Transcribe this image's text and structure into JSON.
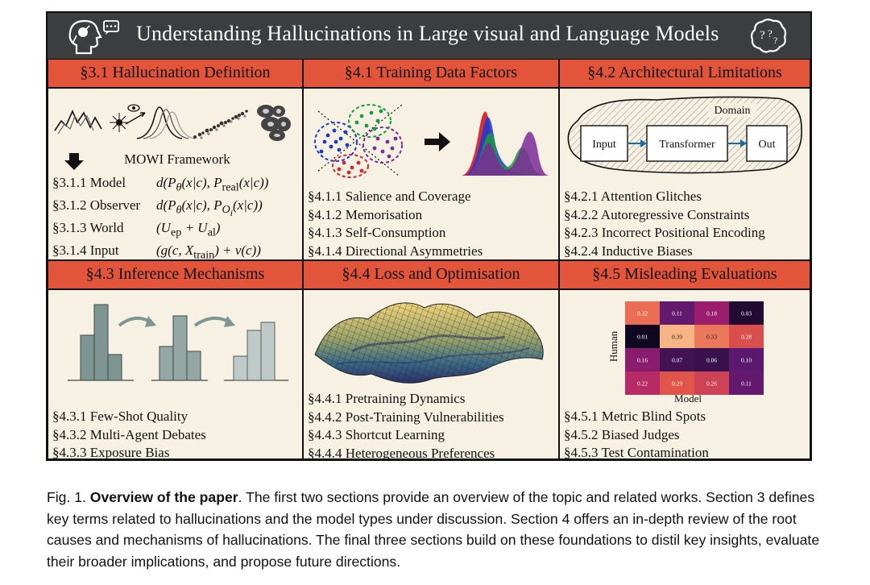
{
  "banner": {
    "title": "Understanding Hallucinations in Large visual and Language Models"
  },
  "sections": {
    "s31": {
      "title": "§3.1 Hallucination Definition",
      "framework": "MOWI Framework",
      "rows": [
        {
          "label": "§3.1.1 Model",
          "formula": "d(Pθ(x|c), Preal(x|c))"
        },
        {
          "label": "§3.1.2 Observer",
          "formula": "d(Pθ(x|c), POi(x|c))"
        },
        {
          "label": "§3.1.3 World",
          "formula": "(Uep + Ual)"
        },
        {
          "label": "§3.1.4 Input",
          "formula": "(g(c, Xtrain) + ν(c))"
        }
      ]
    },
    "s41": {
      "title": "§4.1 Training Data Factors",
      "items": [
        "§4.1.1 Salience and Coverage",
        "§4.1.2 Memorisation",
        "§4.1.3 Self-Consumption",
        "§4.1.4 Directional Asymmetries"
      ]
    },
    "s42": {
      "title": "§4.2 Architectural Limitations",
      "domain_label": "Domain",
      "boxes": [
        "Input",
        "Transformer",
        "Out"
      ],
      "items": [
        "§4.2.1 Attention Glitches",
        "§4.2.2 Autoregressive Constraints",
        "§4.2.3 Incorrect Positional Encoding",
        "§4.2.4 Inductive Biases"
      ]
    },
    "s43": {
      "title": "§4.3 Inference Mechanisms",
      "items": [
        "§4.3.1 Few-Shot Quality",
        "§4.3.2 Multi-Agent Debates",
        "§4.3.3 Exposure Bias"
      ]
    },
    "s44": {
      "title": "§4.4 Loss and Optimisation",
      "items": [
        "§4.4.1 Pretraining Dynamics",
        "§4.4.2 Post-Training Vulnerabilities",
        "§4.4.3 Shortcut Learning",
        "§4.4.4 Heterogeneous Preferences"
      ]
    },
    "s45": {
      "title": "§4.5 Misleading Evaluations",
      "ylabel": "Human",
      "xlabel": "Model",
      "items": [
        "§4.5.1 Metric Blind Spots",
        "§4.5.2 Biased Judges",
        "§4.5.3 Test Contamination"
      ]
    }
  },
  "chart_data": {
    "type": "heatmap",
    "xlabel": "Model",
    "ylabel": "Human",
    "values": [
      [
        0.32,
        0.11,
        0.18,
        0.03
      ],
      [
        0.01,
        0.39,
        0.33,
        0.28
      ],
      [
        0.16,
        0.07,
        0.06,
        0.1
      ],
      [
        0.22,
        0.29,
        0.26,
        0.11
      ]
    ]
  },
  "colors": {
    "banner": "#3b3d3e",
    "header": "#e2553a",
    "panel": "#f6f1e2",
    "bars": "#7f9592"
  },
  "caption": {
    "fig_label": "Fig. 1.",
    "bold": "Overview of the paper",
    "text": ". The first two sections provide an overview of the topic and related works. Section 3 defines key terms related to hallucinations and the model types under discussion. Section 4 offers an in-depth review of the root causes and mechanisms of hallucinations. The final three sections build on these foundations to distil key insights, evaluate their broader implications, and propose future directions."
  }
}
